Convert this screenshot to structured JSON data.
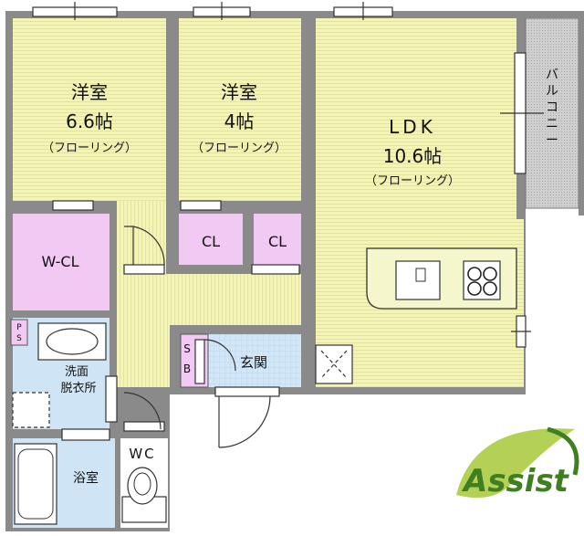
{
  "colors": {
    "wall": "#8a8a8a",
    "floor_yellow": "#f4f4b4",
    "stripe": "#e6e69c",
    "closet_pink": "#f1c9f3",
    "wet_blue": "#cfe4f5",
    "balcony": "#cfcfcf",
    "logo_green": "#a6c93a",
    "logo_dark": "#3f7f21"
  },
  "rooms": {
    "western1": {
      "name": "洋室",
      "size": "6.6帖",
      "floor": "（フローリング）"
    },
    "western2": {
      "name": "洋室",
      "size": "4帖",
      "floor": "（フローリング）"
    },
    "ldk": {
      "name": "LDK",
      "size": "10.6帖",
      "floor": "（フローリング）"
    },
    "wcl": "W-CL",
    "cl1": "CL",
    "cl2": "CL",
    "balcony": "バルコニー",
    "ps": "PS",
    "sb": "SB",
    "entrance": "玄関",
    "washroom_line1": "洗面",
    "washroom_line2": "脱衣所",
    "bath": "浴室",
    "wc": "WC"
  },
  "logo": {
    "text": "Assist"
  }
}
